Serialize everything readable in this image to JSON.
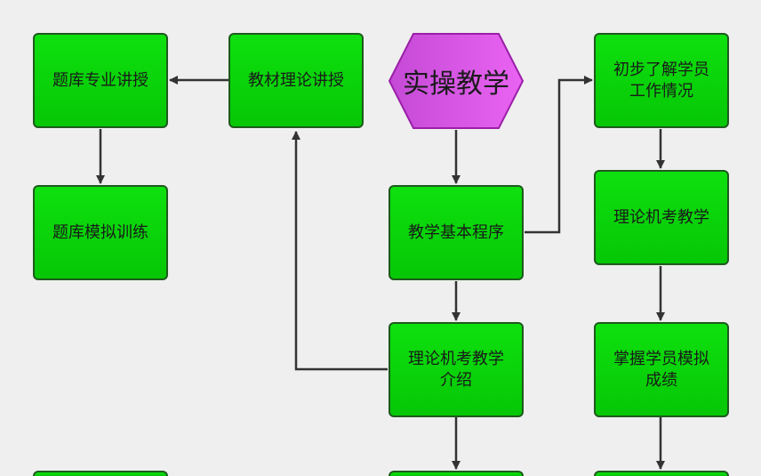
{
  "diagram": {
    "start": "实操教学",
    "nodes": {
      "tiku_zhuanye": "题库专业讲授",
      "jiaocai_lilun": "教材理论讲授",
      "chubu_liaojie": "初步了解学员\n工作情况",
      "tiku_moni": "题库模拟训练",
      "jiaoxue_chengxu": "教学基本程序",
      "lilun_jikao_1": "理论机考教学",
      "lilun_jieshao": "理论机考教学\n介绍",
      "zhangwo_chengji": "掌握学员模拟\n成绩",
      "bottom_left": "",
      "bottom_middle": "",
      "bottom_right": ""
    },
    "edges": [
      {
        "from": "start",
        "to": "jiaoxue_chengxu"
      },
      {
        "from": "jiaoxue_chengxu",
        "to": "chubu_liaojie"
      },
      {
        "from": "jiaoxue_chengxu",
        "to": "lilun_jieshao"
      },
      {
        "from": "lilun_jieshao",
        "to": "jiaocai_lilun"
      },
      {
        "from": "lilun_jieshao",
        "to": "bottom_middle"
      },
      {
        "from": "jiaocai_lilun",
        "to": "tiku_zhuanye"
      },
      {
        "from": "tiku_zhuanye",
        "to": "tiku_moni"
      },
      {
        "from": "chubu_liaojie",
        "to": "lilun_jikao_1"
      },
      {
        "from": "lilun_jikao_1",
        "to": "zhangwo_chengji"
      },
      {
        "from": "zhangwo_chengji",
        "to": "bottom_right"
      }
    ]
  },
  "colors": {
    "node_fill": "#0ad60a",
    "node_border": "#1e5a1e",
    "start_fill": "#dd55ee",
    "start_border": "#9a1fa8",
    "connector": "#333333",
    "background": "#efefef"
  }
}
